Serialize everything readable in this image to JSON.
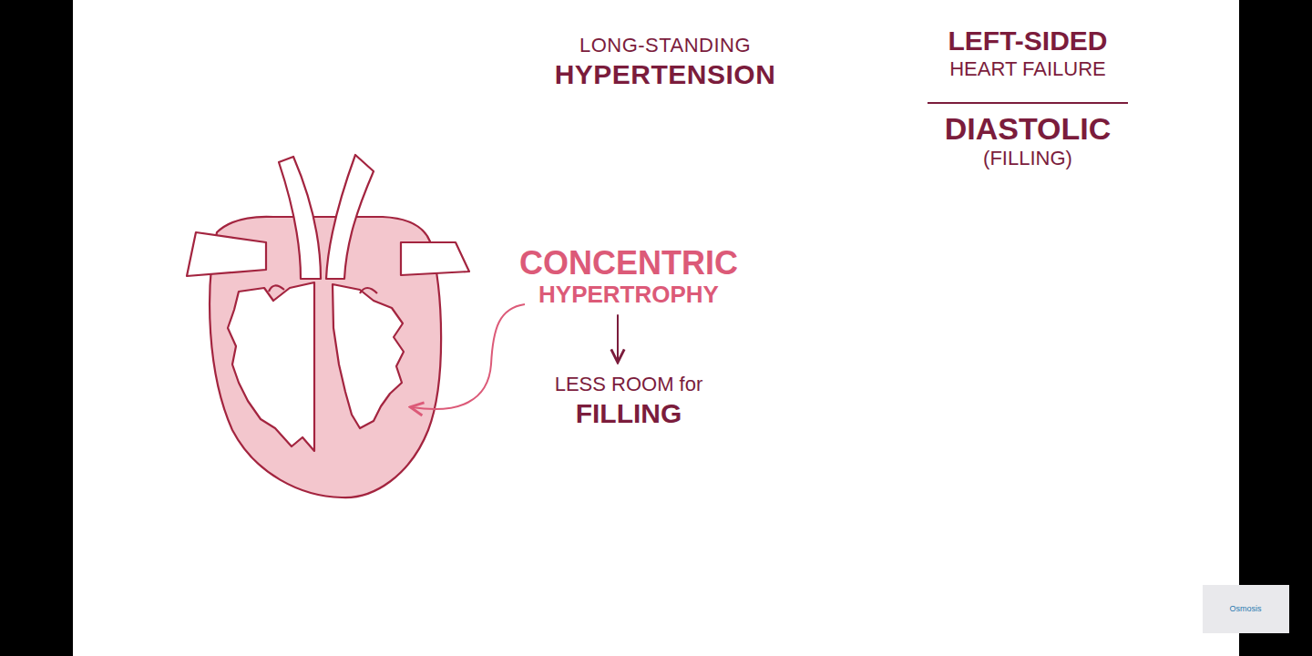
{
  "diagram": {
    "title": "LONG-STANDING HYPERTENSION",
    "labels": [
      "LEFT-SIDED HEART FAILURE",
      "DIASTOLIC (FILLING)",
      "CONCENTRIC HYPERTROPHY",
      "LESS ROOM for FILLING",
      "Osmosis"
    ]
  }
}
